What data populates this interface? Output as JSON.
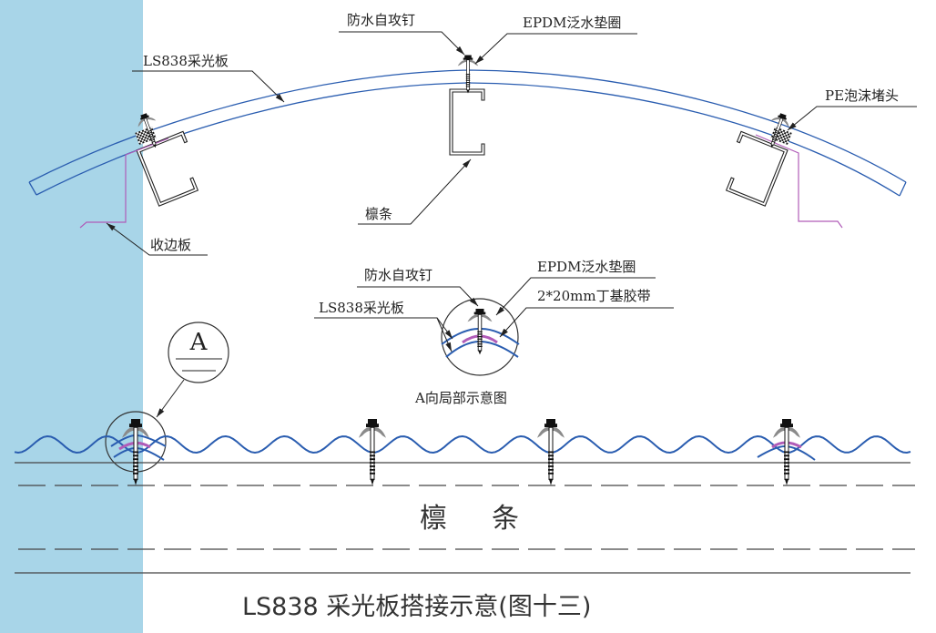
{
  "figure": {
    "title": "LS838 采光板搭接示意(图十三)",
    "colors": {
      "background": "#ffffff",
      "left_band": "#a8d5e8",
      "sheet_line": "#2a5db0",
      "flashing_line": "#b05cb8",
      "washer": "#8a8a8a",
      "ink": "#222222"
    }
  },
  "arch_section": {
    "labels": {
      "screw": "防水自攻钉",
      "washer": "EPDM泛水垫圈",
      "sheet": "LS838采光板",
      "foam": "PE泡沫堵头",
      "purlin": "檩条",
      "flashing": "收边板"
    }
  },
  "detail_a": {
    "caption": "A向局部示意图",
    "labels": {
      "screw": "防水自攻钉",
      "washer": "EPDM泛水垫圈",
      "sheet": "LS838采光板",
      "tape": "2*20mm丁基胶带"
    },
    "marker": "A"
  },
  "lap_section": {
    "purlin_label_1": "檩",
    "purlin_label_2": "条",
    "screw_count": 4
  }
}
